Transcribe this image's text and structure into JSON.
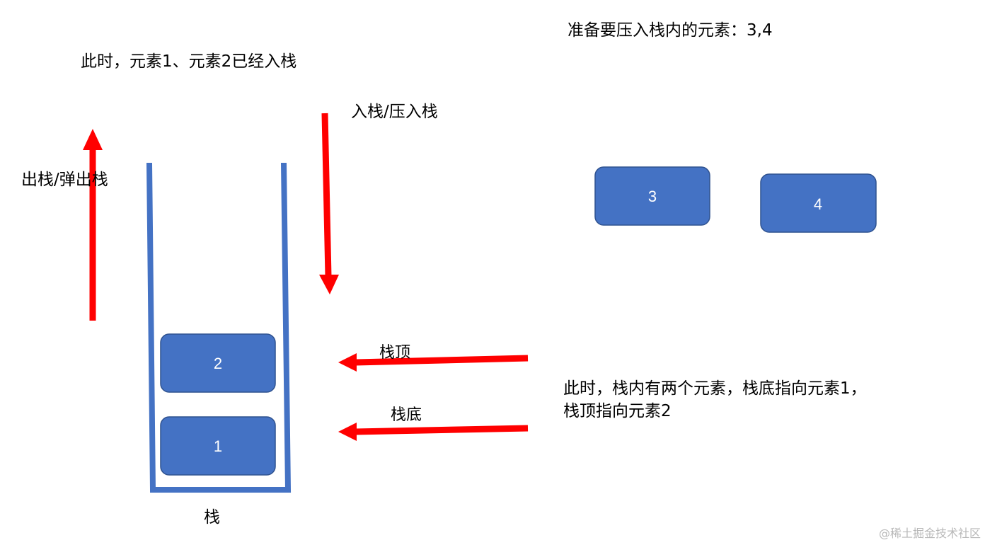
{
  "labels": {
    "intro": "此时，元素1、元素2已经入栈",
    "pending": "准备要压入栈内的元素：3,4",
    "push": "入栈/压入栈",
    "pop": "出栈/弹出栈",
    "top": "栈顶",
    "bottom": "栈底",
    "stack": "栈",
    "note_line1": "此时，栈内有两个元素，栈底指向元素1，",
    "note_line2": "栈顶指向元素2"
  },
  "stack_elements": [
    "2",
    "1"
  ],
  "pending_elements": [
    "3",
    "4"
  ],
  "watermark": "@稀土掘金技术社区",
  "colors": {
    "element_fill": "#4472c4",
    "element_stroke": "#2f528f",
    "stack_wall": "#4472c4",
    "arrow": "#ff0000"
  }
}
